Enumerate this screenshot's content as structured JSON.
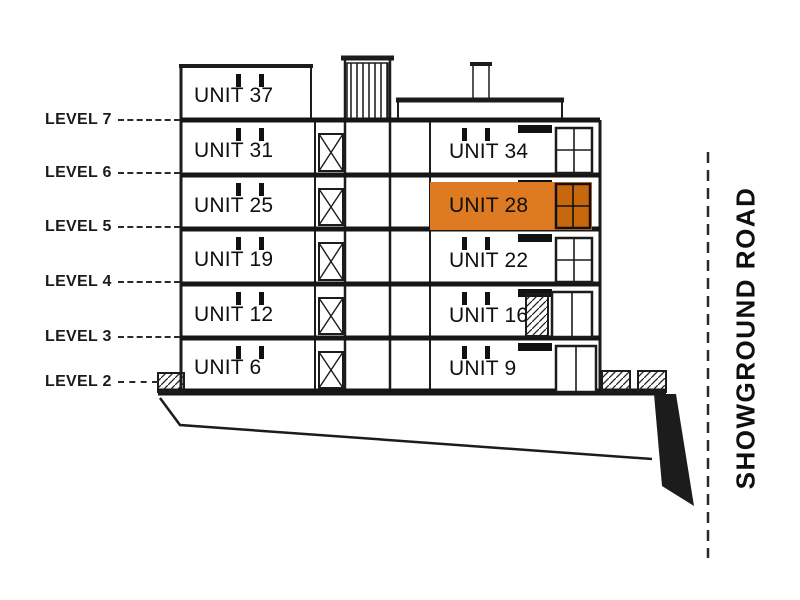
{
  "road": {
    "label": "SHOWGROUND ROAD"
  },
  "levels": [
    {
      "label": "LEVEL 7"
    },
    {
      "label": "LEVEL 6"
    },
    {
      "label": "LEVEL 5"
    },
    {
      "label": "LEVEL 4"
    },
    {
      "label": "LEVEL 3"
    },
    {
      "label": "LEVEL 2"
    }
  ],
  "units_left": [
    {
      "label": "UNIT 37"
    },
    {
      "label": "UNIT 31"
    },
    {
      "label": "UNIT 25"
    },
    {
      "label": "UNIT 19"
    },
    {
      "label": "UNIT 12"
    },
    {
      "label": "UNIT 6"
    }
  ],
  "units_right": [
    {
      "label": "UNIT 34"
    },
    {
      "label": "UNIT 28",
      "highlighted": true
    },
    {
      "label": "UNIT 22"
    },
    {
      "label": "UNIT 16"
    },
    {
      "label": "UNIT 9"
    }
  ],
  "colors": {
    "highlight_fill": "#dd7a22",
    "highlight_door": "#c8680e",
    "line": "#1c1c1c"
  }
}
